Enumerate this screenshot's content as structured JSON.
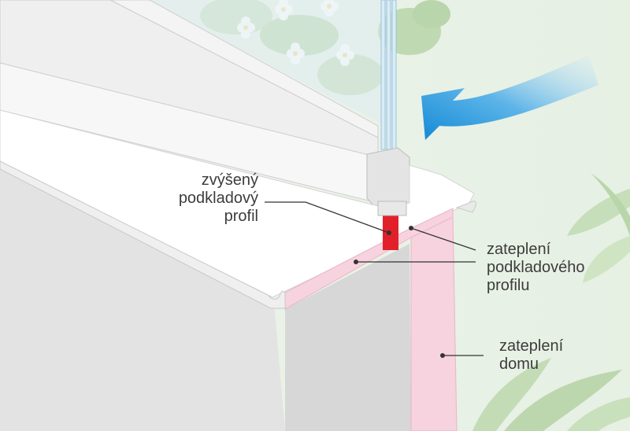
{
  "labels": {
    "raised_profile": [
      "zvýšený",
      "podkladový",
      "profil"
    ],
    "profile_insulation": [
      "zateplení",
      "podkladového",
      "profilu"
    ],
    "house_insulation": [
      "zateplení",
      "domu"
    ]
  },
  "colors": {
    "sill": "#ffffff",
    "sill_edge": "#dcdcdc",
    "wall": "#e1e1e1",
    "insulation": "#f6d3df",
    "raised_profile": "#e2202a",
    "arrow": "#1b8fd8",
    "background": "#e9f2e6",
    "leader_line": "#333333"
  },
  "icons": [
    "arrow-inward-icon",
    "leaf-icon",
    "flower-icon"
  ]
}
